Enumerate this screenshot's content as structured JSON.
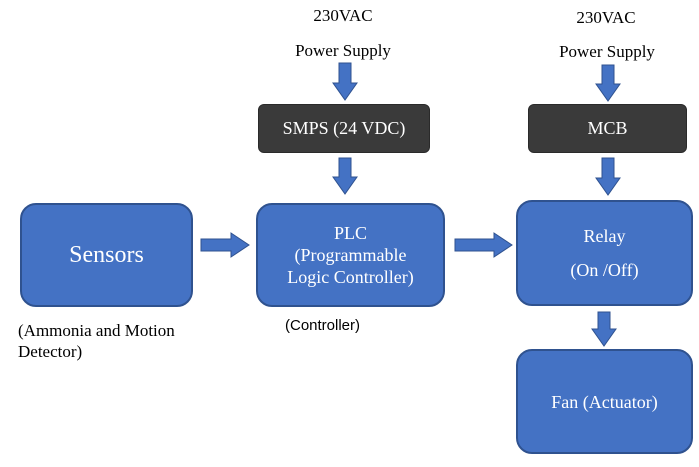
{
  "diagram": {
    "left_supply": {
      "voltage": "230VAC",
      "label": "Power Supply"
    },
    "right_supply": {
      "voltage": "230VAC",
      "label": "Power Supply"
    },
    "smps": {
      "label": "SMPS (24 VDC)"
    },
    "mcb": {
      "label": "MCB"
    },
    "sensors": {
      "label": "Sensors",
      "caption_line1": "(Ammonia and Motion",
      "caption_line2": "Detector)"
    },
    "plc": {
      "line1": "PLC",
      "line2": "(Programmable",
      "line3": "Logic Controller)",
      "caption": "(Controller)"
    },
    "relay": {
      "line1": "Relay",
      "line2": "(On /Off)"
    },
    "fan": {
      "label": "Fan (Actuator)"
    },
    "colors": {
      "box_blue": "#4472c4",
      "box_blue_border": "#2f528f",
      "box_dark": "#3a3a3a",
      "arrow": "#4472c4"
    }
  }
}
